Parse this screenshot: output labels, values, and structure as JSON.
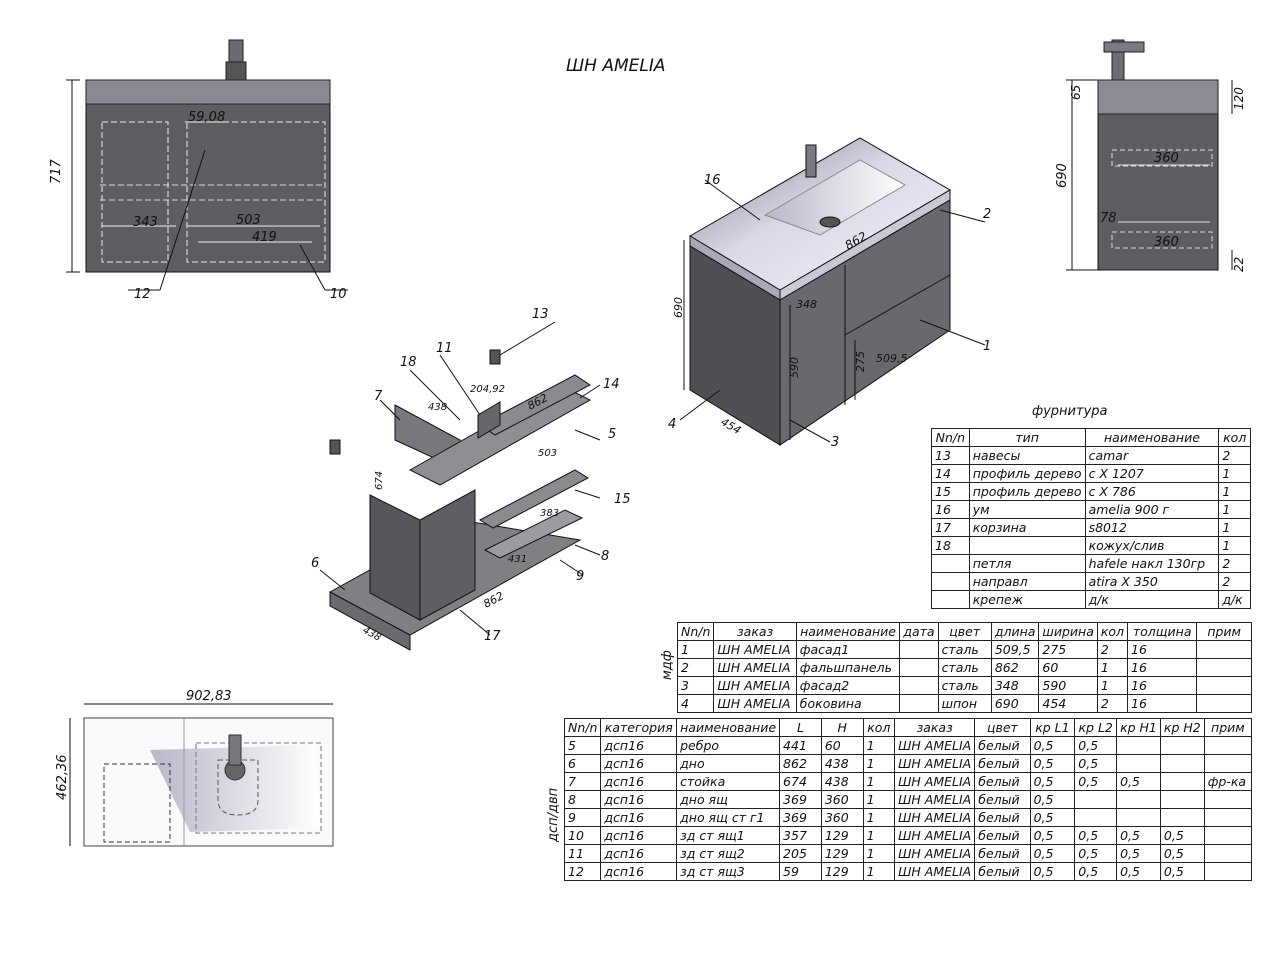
{
  "title": "ШН AMELIA",
  "front_view": {
    "height": "717",
    "dims": [
      "343",
      "59,08",
      "503",
      "419"
    ],
    "callouts": [
      "12",
      "10"
    ]
  },
  "side_view": {
    "height": "690",
    "dims": [
      "65",
      "120",
      "360",
      "78",
      "360",
      "22"
    ]
  },
  "iso_view": {
    "dims": [
      "862",
      "348",
      "690",
      "590",
      "275",
      "509,5",
      "454"
    ],
    "callouts": [
      "16",
      "2",
      "1",
      "4",
      "3"
    ]
  },
  "exploded_view": {
    "dims": [
      "862",
      "438",
      "204,92",
      "503",
      "674",
      "383",
      "431",
      "862",
      "438"
    ],
    "callouts": [
      "13",
      "18",
      "11",
      "7",
      "14",
      "5",
      "15",
      "8",
      "9",
      "6",
      "17"
    ]
  },
  "top_view": {
    "width": "902,83",
    "depth": "462,36"
  },
  "hardware": {
    "caption": "фурнитура",
    "columns": [
      "Nn/n",
      "тип",
      "наименование",
      "кол"
    ],
    "rows": [
      [
        "13",
        "навесы",
        "camar",
        "2"
      ],
      [
        "14",
        "профиль дерево",
        "с X 1207",
        "1"
      ],
      [
        "15",
        "профиль дерево",
        "с X 786",
        "1"
      ],
      [
        "16",
        "ум",
        "amelia 900 г",
        "1"
      ],
      [
        "17",
        "корзина",
        "s8012",
        "1"
      ],
      [
        "18",
        "",
        "кожух/слив",
        "1"
      ],
      [
        "",
        "петля",
        "hafele накл 130гр",
        "2"
      ],
      [
        "",
        "направл",
        "atira X 350",
        "2"
      ],
      [
        "",
        "крепеж",
        "д/к",
        "д/к"
      ]
    ]
  },
  "mdf": {
    "side_label": "мдф",
    "columns": [
      "Nn/n",
      "заказ",
      "наименование",
      "дата",
      "цвет",
      "длина",
      "ширина",
      "кол",
      "толщина",
      "прим"
    ],
    "rows": [
      [
        "1",
        "ШН AMELIA",
        "фасад1",
        "",
        "сталь",
        "509,5",
        "275",
        "2",
        "16",
        ""
      ],
      [
        "2",
        "ШН AMELIA",
        "фальшпанель",
        "",
        "сталь",
        "862",
        "60",
        "1",
        "16",
        ""
      ],
      [
        "3",
        "ШН AMELIA",
        "фасад2",
        "",
        "сталь",
        "348",
        "590",
        "1",
        "16",
        ""
      ],
      [
        "4",
        "ШН AMELIA",
        "боковина",
        "",
        "шпон",
        "690",
        "454",
        "2",
        "16",
        ""
      ]
    ]
  },
  "dsp": {
    "side_label": "дсп/двп",
    "columns": [
      "Nn/n",
      "категория",
      "наименование",
      "L",
      "H",
      "кол",
      "заказ",
      "цвет",
      "кр L1",
      "кр L2",
      "кр H1",
      "кр H2",
      "прим"
    ],
    "rows": [
      [
        "5",
        "дсп16",
        "ребро",
        "441",
        "60",
        "1",
        "ШН AMELIA",
        "белый",
        "0,5",
        "0,5",
        "",
        "",
        ""
      ],
      [
        "6",
        "дсп16",
        "дно",
        "862",
        "438",
        "1",
        "ШН AMELIA",
        "белый",
        "0,5",
        "0,5",
        "",
        "",
        ""
      ],
      [
        "7",
        "дсп16",
        "стойка",
        "674",
        "438",
        "1",
        "ШН AMELIA",
        "белый",
        "0,5",
        "0,5",
        "0,5",
        "",
        "фр-ка"
      ],
      [
        "8",
        "дсп16",
        "дно ящ",
        "369",
        "360",
        "1",
        "ШН AMELIA",
        "белый",
        "0,5",
        "",
        "",
        "",
        ""
      ],
      [
        "9",
        "дсп16",
        "дно ящ ст г1",
        "369",
        "360",
        "1",
        "ШН AMELIA",
        "белый",
        "0,5",
        "",
        "",
        "",
        ""
      ],
      [
        "10",
        "дсп16",
        "зд ст ящ1",
        "357",
        "129",
        "1",
        "ШН AMELIA",
        "белый",
        "0,5",
        "0,5",
        "0,5",
        "0,5",
        ""
      ],
      [
        "11",
        "дсп16",
        "зд ст ящ2",
        "205",
        "129",
        "1",
        "ШН AMELIA",
        "белый",
        "0,5",
        "0,5",
        "0,5",
        "0,5",
        ""
      ],
      [
        "12",
        "дсп16",
        "зд ст ящ3",
        "59",
        "129",
        "1",
        "ШН AMELIA",
        "белый",
        "0,5",
        "0,5",
        "0,5",
        "0,5",
        ""
      ]
    ]
  }
}
